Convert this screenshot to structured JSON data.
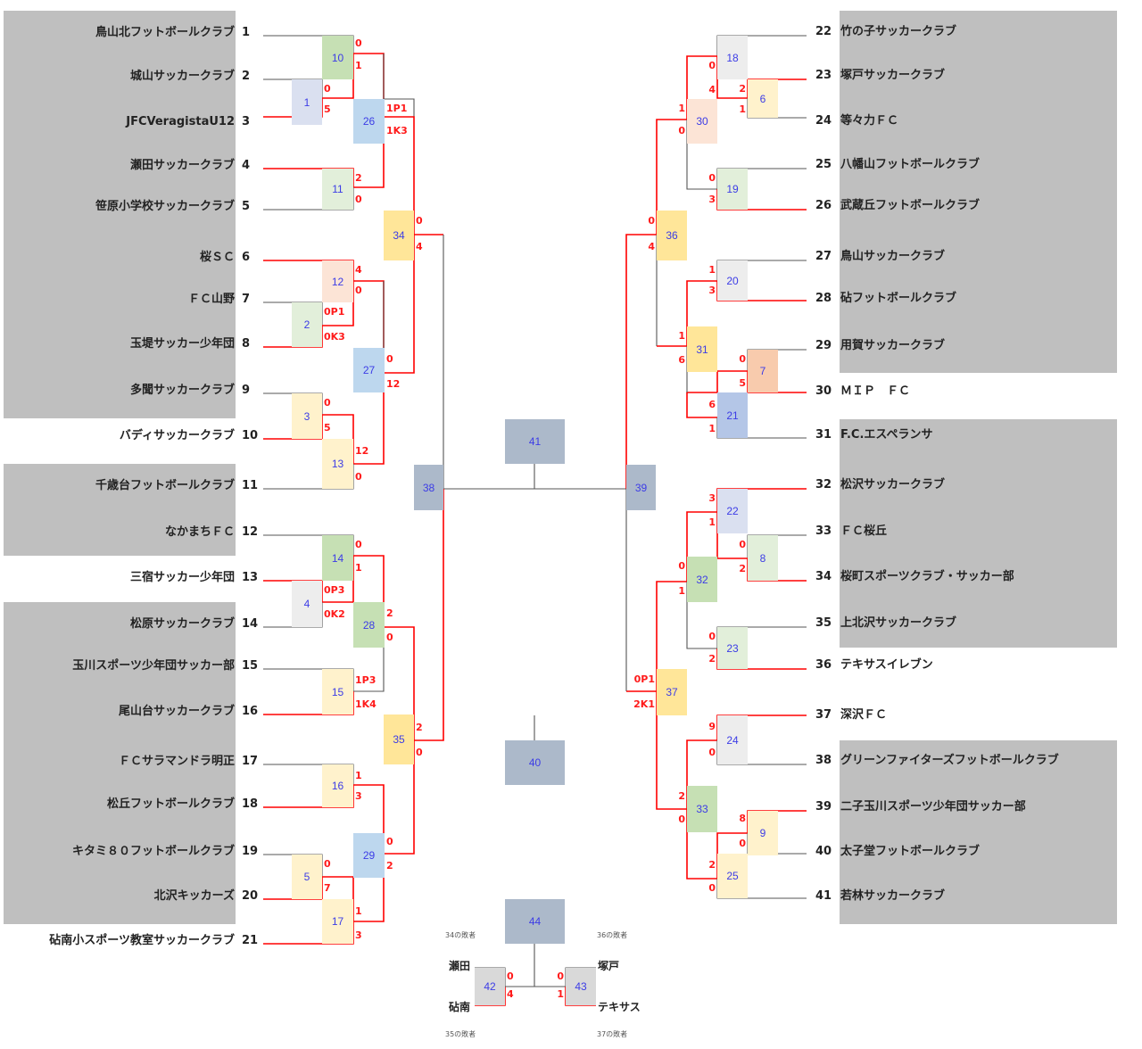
{
  "left_teams": [
    {
      "seed": "1",
      "name": "鳥山北フットボールクラブ"
    },
    {
      "seed": "2",
      "name": "城山サッカークラブ"
    },
    {
      "seed": "3",
      "name": "JFCVeragistaU12"
    },
    {
      "seed": "4",
      "name": "瀬田サッカークラブ"
    },
    {
      "seed": "5",
      "name": "笹原小学校サッカークラブ"
    },
    {
      "seed": "6",
      "name": "桜ＳＣ"
    },
    {
      "seed": "7",
      "name": "ＦＣ山野"
    },
    {
      "seed": "8",
      "name": "玉堤サッカー少年団"
    },
    {
      "seed": "9",
      "name": "多聞サッカークラブ"
    },
    {
      "seed": "10",
      "name": "バディサッカークラブ"
    },
    {
      "seed": "11",
      "name": "千歳台フットボールクラブ"
    },
    {
      "seed": "12",
      "name": "なかまちＦＣ"
    },
    {
      "seed": "13",
      "name": "三宿サッカー少年団"
    },
    {
      "seed": "14",
      "name": "松原サッカークラブ"
    },
    {
      "seed": "15",
      "name": "玉川スポーツ少年団サッカー部"
    },
    {
      "seed": "16",
      "name": "尾山台サッカークラブ"
    },
    {
      "seed": "17",
      "name": "ＦＣサラマンドラ明正"
    },
    {
      "seed": "18",
      "name": "松丘フットボールクラブ"
    },
    {
      "seed": "19",
      "name": "キタミ８０フットボールクラブ"
    },
    {
      "seed": "20",
      "name": "北沢キッカーズ"
    },
    {
      "seed": "21",
      "name": "砧南小スポーツ教室サッカークラブ"
    }
  ],
  "right_teams": [
    {
      "seed": "22",
      "name": "竹の子サッカークラブ"
    },
    {
      "seed": "23",
      "name": "塚戸サッカークラブ"
    },
    {
      "seed": "24",
      "name": "等々力ＦＣ"
    },
    {
      "seed": "25",
      "name": "八幡山フットボールクラブ"
    },
    {
      "seed": "26",
      "name": "武蔵丘フットボールクラブ"
    },
    {
      "seed": "27",
      "name": "鳥山サッカークラブ"
    },
    {
      "seed": "28",
      "name": "砧フットボールクラブ"
    },
    {
      "seed": "29",
      "name": "用賀サッカークラブ"
    },
    {
      "seed": "30",
      "name": "ＭＩＰ　ＦＣ"
    },
    {
      "seed": "31",
      "name": "F.C.エスペランサ"
    },
    {
      "seed": "32",
      "name": "松沢サッカークラブ"
    },
    {
      "seed": "33",
      "name": "ＦＣ桜丘"
    },
    {
      "seed": "34",
      "name": "桜町スポーツクラブ・サッカー部"
    },
    {
      "seed": "35",
      "name": "上北沢サッカークラブ"
    },
    {
      "seed": "36",
      "name": "テキサスイレブン"
    },
    {
      "seed": "37",
      "name": "深沢ＦＣ"
    },
    {
      "seed": "38",
      "name": "グリーンファイターズフットボールクラブ"
    },
    {
      "seed": "39",
      "name": "二子玉川スポーツ少年団サッカー部"
    },
    {
      "seed": "40",
      "name": "太子堂フットボールクラブ"
    },
    {
      "seed": "41",
      "name": "若林サッカークラブ"
    }
  ],
  "matches": [
    {
      "id": "1",
      "color": "#dae0f0",
      "score_top": "0",
      "score_bottom": "5"
    },
    {
      "id": "2",
      "color": "#e2efda",
      "score_top": "0P1",
      "score_bottom": "0K3"
    },
    {
      "id": "3",
      "color": "#fff2cc",
      "score_top": "0",
      "score_bottom": "5"
    },
    {
      "id": "4",
      "color": "#ededed",
      "score_top": "0P3",
      "score_bottom": "0K2"
    },
    {
      "id": "5",
      "color": "#fff2cc",
      "score_top": "0",
      "score_bottom": "7"
    },
    {
      "id": "6",
      "color": "#fff2cc",
      "score_top": "2",
      "score_bottom": "1"
    },
    {
      "id": "7",
      "color": "#f8cbad",
      "score_top": "0",
      "score_bottom": "5"
    },
    {
      "id": "8",
      "color": "#e2efda",
      "score_top": "0",
      "score_bottom": "2"
    },
    {
      "id": "9",
      "color": "#fff2cc",
      "score_top": "8",
      "score_bottom": "0"
    },
    {
      "id": "10",
      "color": "#c6e0b4",
      "score_top": "0",
      "score_bottom": "1"
    },
    {
      "id": "11",
      "color": "#e2efda",
      "score_top": "2",
      "score_bottom": "0"
    },
    {
      "id": "12",
      "color": "#fce4d6",
      "score_top": "4",
      "score_bottom": "0"
    },
    {
      "id": "13",
      "color": "#fff2cc",
      "score_top": "12",
      "score_bottom": "0"
    },
    {
      "id": "14",
      "color": "#c6e0b4",
      "score_top": "0",
      "score_bottom": "1"
    },
    {
      "id": "15",
      "color": "#fff2cc",
      "score_top": "1P3",
      "score_bottom": "1K4"
    },
    {
      "id": "16",
      "color": "#fff2cc",
      "score_top": "1",
      "score_bottom": "3"
    },
    {
      "id": "17",
      "color": "#fff2cc",
      "score_top": "1",
      "score_bottom": "3"
    },
    {
      "id": "18",
      "color": "#ededed",
      "score_top": "0",
      "score_bottom": "4"
    },
    {
      "id": "19",
      "color": "#e2efda",
      "score_top": "0",
      "score_bottom": "3"
    },
    {
      "id": "20",
      "color": "#ededed",
      "score_top": "1",
      "score_bottom": "3"
    },
    {
      "id": "21",
      "color": "#b4c6e7",
      "score_top": "6",
      "score_bottom": "1"
    },
    {
      "id": "22",
      "color": "#dae0f0",
      "score_top": "3",
      "score_bottom": "1"
    },
    {
      "id": "23",
      "color": "#e2efda",
      "score_top": "0",
      "score_bottom": "2"
    },
    {
      "id": "24",
      "color": "#ededed",
      "score_top": "9",
      "score_bottom": "0"
    },
    {
      "id": "25",
      "color": "#fff2cc",
      "score_top": "2",
      "score_bottom": "0"
    },
    {
      "id": "26",
      "color": "#bdd7ee",
      "score_top": "1P1",
      "score_bottom": "1K3"
    },
    {
      "id": "27",
      "color": "#bdd7ee",
      "score_top": "0",
      "score_bottom": "12"
    },
    {
      "id": "28",
      "color": "#c6e0b4",
      "score_top": "2",
      "score_bottom": "0"
    },
    {
      "id": "29",
      "color": "#bdd7ee",
      "score_top": "0",
      "score_bottom": "2"
    },
    {
      "id": "30",
      "color": "#fce4d6",
      "score_top": "1",
      "score_bottom": "0"
    },
    {
      "id": "31",
      "color": "#ffe699",
      "score_top": "1",
      "score_bottom": "6"
    },
    {
      "id": "32",
      "color": "#c6e0b4",
      "score_top": "0",
      "score_bottom": "1"
    },
    {
      "id": "33",
      "color": "#c6e0b4",
      "score_top": "2",
      "score_bottom": "0"
    },
    {
      "id": "34",
      "color": "#ffe699",
      "score_top": "0",
      "score_bottom": "4"
    },
    {
      "id": "35",
      "color": "#ffe699",
      "score_top": "2",
      "score_bottom": "0"
    },
    {
      "id": "36",
      "color": "#ffe699",
      "score_top": "0",
      "score_bottom": "4"
    },
    {
      "id": "37",
      "color": "#ffe699",
      "score_top": "0P1",
      "score_bottom": "2K1"
    },
    {
      "id": "38",
      "color": "#acb9ca",
      "score_top": "",
      "score_bottom": ""
    },
    {
      "id": "39",
      "color": "#acb9ca",
      "score_top": "",
      "score_bottom": ""
    },
    {
      "id": "40",
      "color": "#acb9ca",
      "score_top": "",
      "score_bottom": ""
    },
    {
      "id": "41",
      "color": "#acb9ca",
      "score_top": "",
      "score_bottom": ""
    },
    {
      "id": "42",
      "color": "#d9d9d9",
      "score_top": "0",
      "score_bottom": "4"
    },
    {
      "id": "43",
      "color": "#d9d9d9",
      "score_top": "0",
      "score_bottom": "1"
    },
    {
      "id": "44",
      "color": "#acb9ca",
      "score_top": "",
      "score_bottom": ""
    }
  ],
  "consolation": {
    "left_top_note": "34の敗者",
    "left_bottom_note": "35の敗者",
    "right_top_note": "36の敗者",
    "right_bottom_note": "37の敗者",
    "left_top_team": "瀬田",
    "left_bottom_team": "砧南",
    "right_top_team": "塚戸",
    "right_bottom_team": "テキサス"
  },
  "colors": {
    "winner_line": "#ff0000",
    "line": "#555555",
    "text_match": "#3c3ce6",
    "eliminated_bg": "#bfbfbf"
  }
}
